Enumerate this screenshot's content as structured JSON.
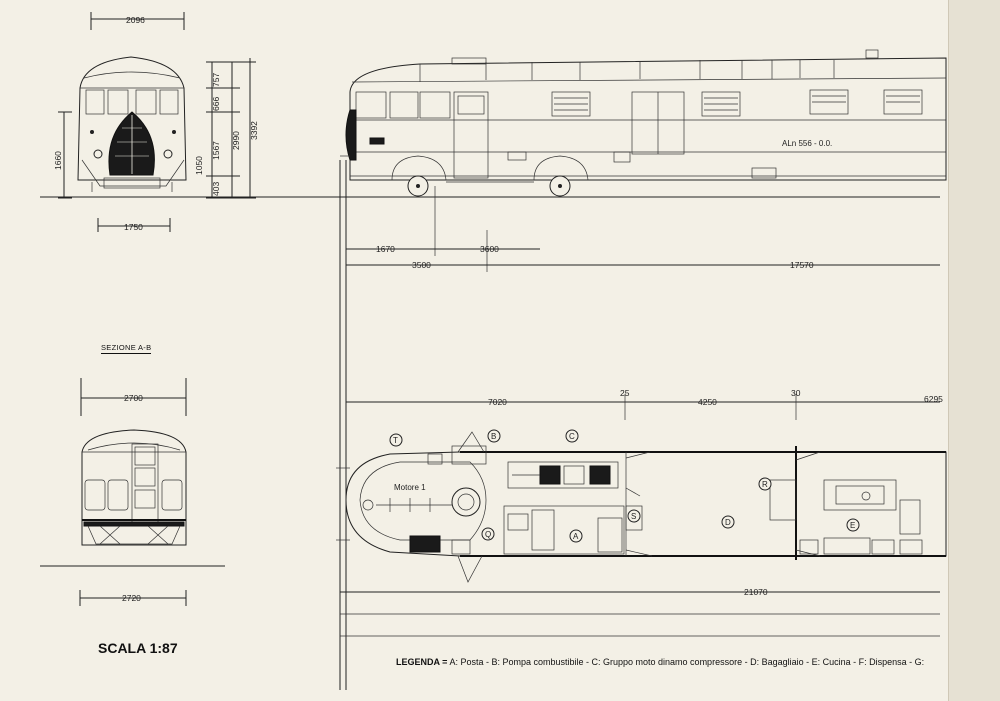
{
  "front_view": {
    "dims": [
      "2096",
      "1750",
      "1660",
      "757",
      "666",
      "1567",
      "2990",
      "3392",
      "1050",
      "403"
    ]
  },
  "section": {
    "title": "SEZIONE A-B",
    "dims": [
      "2700",
      "2720"
    ]
  },
  "scale": "SCALA 1:87",
  "side_view": {
    "vehicle_marking": "ALn 556 - 0.0.",
    "dims": [
      "1670",
      "3600",
      "3500",
      "17570"
    ]
  },
  "plan_view": {
    "motor_label": "Motore 1",
    "top_dims": [
      "7020",
      "25",
      "4250",
      "30",
      "6295"
    ],
    "bottom_dim": "21070",
    "markers": [
      "T",
      "B",
      "C",
      "Q",
      "A",
      "S",
      "D",
      "R",
      "E"
    ]
  },
  "legend": {
    "prefix": "LEGENDA =",
    "text": "A: Posta - B: Pompa combustibile - C: Gruppo moto dinamo compressore - D: Bagagliaio - E: Cucina - F: Dispensa - G:"
  }
}
